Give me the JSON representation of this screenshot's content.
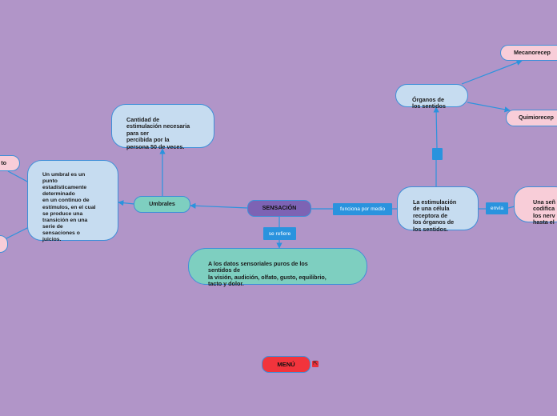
{
  "center": {
    "label": "SENSACIÓN"
  },
  "nodes": {
    "umbrales": "Umbrales",
    "cantidad": "Cantidad de\nestimulación necesaria\npara ser\npercibida por la\npersona 50 de veces.",
    "umbral_def": "Un umbral es un\npunto\nestadísticamente\ndeterminado\nen un continuo de\nestímulos, en el cual\nse produce una\ntransición en una\nserie de\nsensaciones o\njuicios.",
    "left_pink_top": "to",
    "datos": "A los datos sensoriales puros de los\nsentidos de\nla visión, audición, olfato, gusto, equilibrio,\ntacto y dolor.",
    "estimulacion": "La estimulación\nde una célula\nreceptora de\nlos órganos de\nlos sentidos.",
    "organos": "Órganos de\nlos sentidos",
    "mecano": "Mecanorecep",
    "quimio": "Quimiorecep",
    "senal": "Una señ\ncodifica\nlos nerv\nhasta el"
  },
  "links": {
    "se_refiere": "se refiere",
    "funciona": "funciona por medio",
    "envia": "envía"
  },
  "menu": {
    "label": "MENÚ"
  },
  "colors": {
    "background": "#b195c8",
    "line": "#2a93de",
    "center": "#7d63b4",
    "blue_node": "#c6dcf0",
    "pink_node": "#f8cdd8",
    "teal_node": "#7ecfc0",
    "menu": "#f2343c"
  }
}
